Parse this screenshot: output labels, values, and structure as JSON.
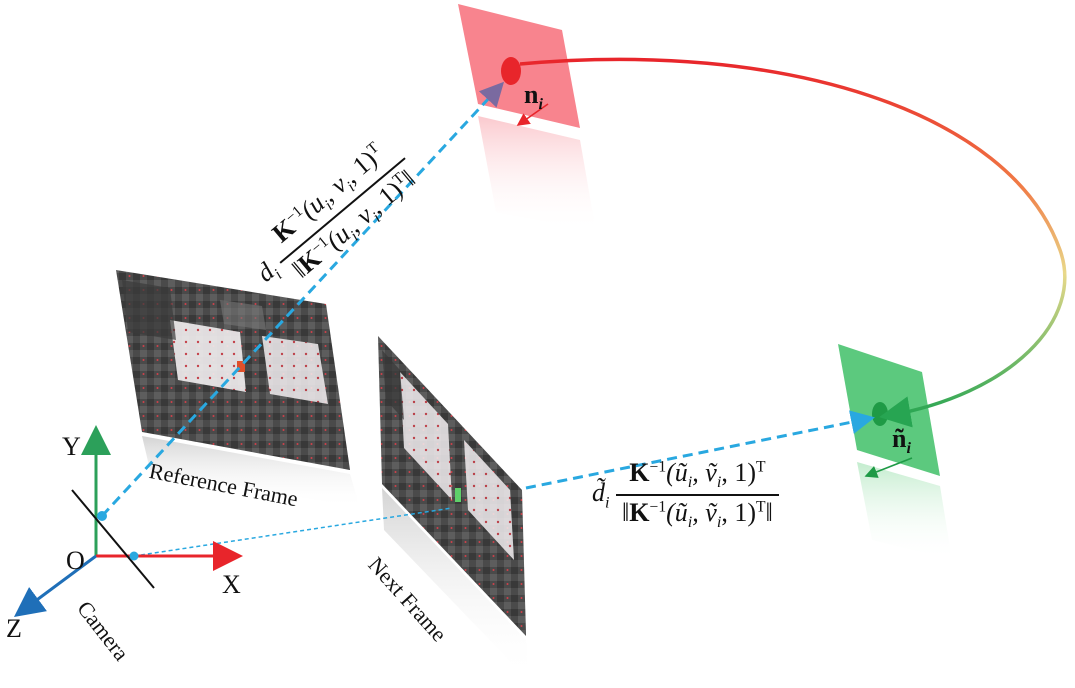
{
  "axes": {
    "y": "Y",
    "x": "X",
    "z": "Z",
    "origin": "O"
  },
  "labels": {
    "camera": "Camera",
    "reference_frame": "Reference Frame",
    "next_frame": "Next Frame",
    "normal_ref": "n",
    "normal_ref_sub": "i",
    "normal_next": "ñ",
    "normal_next_sub": "i"
  },
  "formula_ref": {
    "prefix": "d",
    "prefix_sub": "i",
    "num_K": "K",
    "num_exp": "−1",
    "num_vec": "(u",
    "num_vec_sub1": "i",
    "num_mid": ", v",
    "num_vec_sub2": "i",
    "num_end": ", 1)",
    "num_T": "T",
    "den_open": "‖",
    "den_K": "K",
    "den_exp": "−1",
    "den_vec": "(u",
    "den_vec_sub1": "i",
    "den_mid": ", v",
    "den_vec_sub2": "i",
    "den_end": ", 1)",
    "den_T": "T",
    "den_close": "‖"
  },
  "formula_next": {
    "prefix": "d̃",
    "prefix_sub": "i",
    "num_K": "K",
    "num_exp": "−1",
    "num_vec": "(ũ",
    "num_vec_sub1": "i",
    "num_mid": ", ṽ",
    "num_vec_sub2": "i",
    "num_end": ", 1)",
    "num_T": "T",
    "den_open": "‖",
    "den_K": "K",
    "den_exp": "−1",
    "den_vec": "(ũ",
    "den_vec_sub1": "i",
    "den_mid": ", ṽ",
    "den_vec_sub2": "i",
    "den_end": ", 1)",
    "den_T": "T",
    "den_close": "‖"
  },
  "colors": {
    "axis_y": "#2ca05a",
    "axis_x": "#e8252b",
    "axis_z": "#1f6fb8",
    "ray": "#29a8e0",
    "plane_ref": "#f8848e",
    "plane_next": "#5cc97e",
    "normal_ref": "#e8252b",
    "normal_next": "#1f9a46",
    "arc_start": "#e8252b",
    "arc_mid": "#f3a64a",
    "arc_end": "#27a552"
  }
}
